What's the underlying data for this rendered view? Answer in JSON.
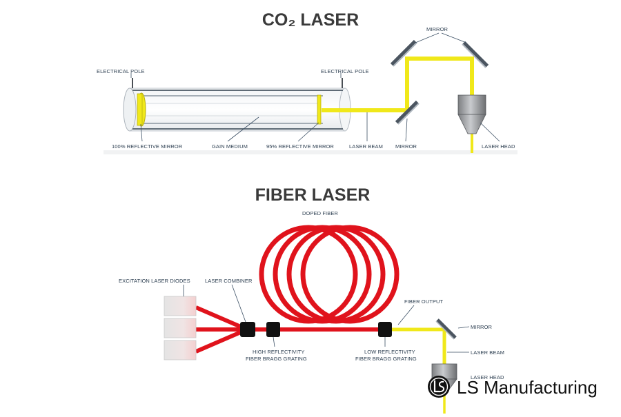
{
  "co2": {
    "title": "CO₂ LASER",
    "labels": {
      "pole_left": "ELECTRICAL POLE",
      "pole_right": "ELECTRICAL POLE",
      "mirror_top": "MIRROR",
      "reflective_100": "100% REFLECTIVE MIRROR",
      "gain_medium": "GAIN MEDIUM",
      "reflective_95": "95% REFLECTIVE MIRROR",
      "laser_beam": "LASER BEAM",
      "mirror_bottom": "MIRROR",
      "laser_head": "LASER HEAD"
    }
  },
  "fiber": {
    "title": "FIBER LASER",
    "labels": {
      "doped_fiber": "DOPED FIBER",
      "excitation_diodes": "EXCITATION LASER DIODES",
      "laser_combiner": "LASER COMBINER",
      "fiber_output": "FIBER OUTPUT",
      "mirror": "MIRROR",
      "high_reflectivity_1": "HIGH REFLECTIVITY",
      "high_reflectivity_2": "FIBER BRAGG GRATING",
      "low_reflectivity_1": "LOW REFLECTIVITY",
      "low_reflectivity_2": "FIBER BRAGG GRATING",
      "laser_beam": "LASER BEAM",
      "laser_head": "LASER HEAD"
    }
  },
  "watermark": {
    "brand": "LS Manufacturing",
    "icon": "ls-logo-icon"
  },
  "colors": {
    "beam_yellow": "#f0e81a",
    "fiber_red": "#e0131c",
    "label_dark": "#2c3e50",
    "title_gray": "#3a3a3a"
  }
}
